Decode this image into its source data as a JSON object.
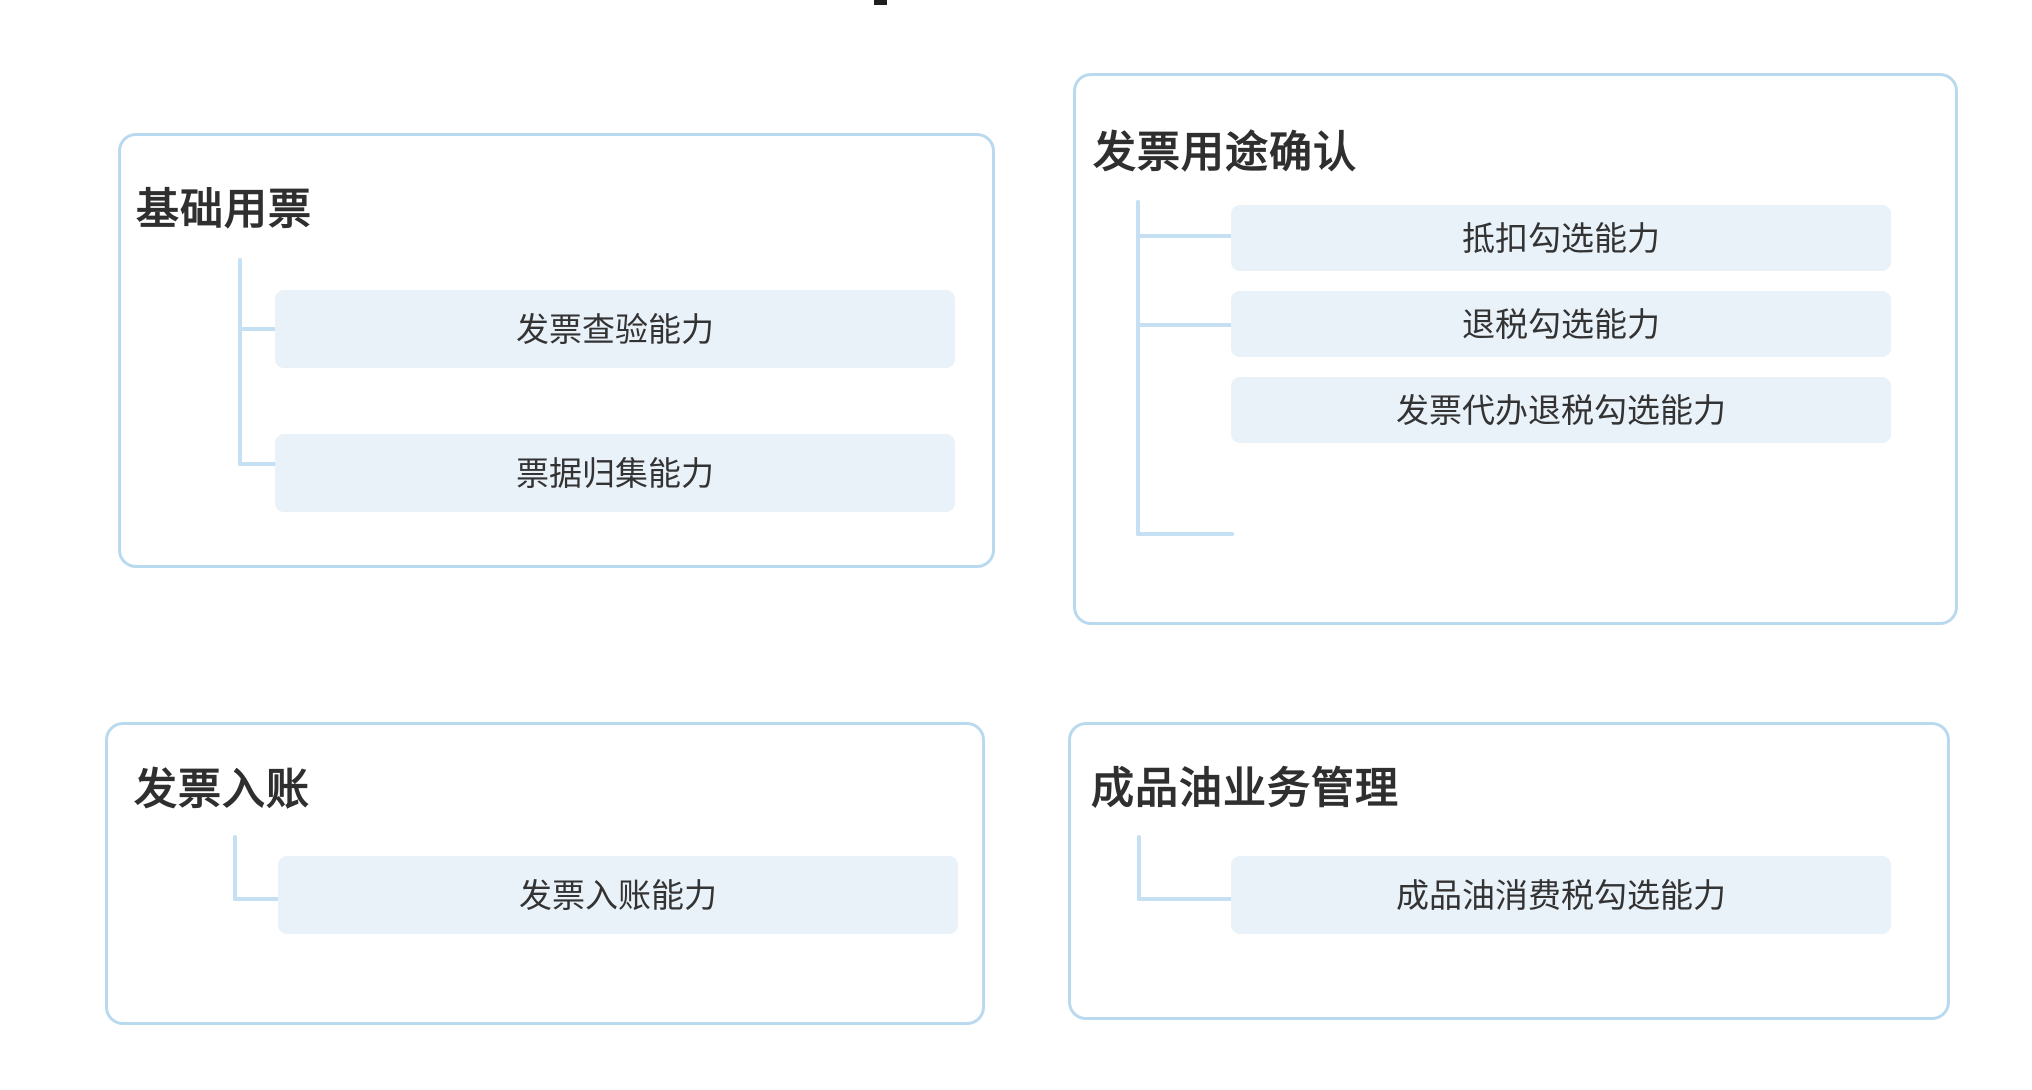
{
  "diagram": {
    "title_implied": "",
    "colors": {
      "background": "#ffffff",
      "card_border": "#b9d9ef",
      "connector": "#c5e0f3",
      "pill_fill": "#e9f1f9",
      "pill_text": "#333333",
      "heading_text": "#2f2f2f",
      "artifact": "#1f1f1f"
    },
    "cards": [
      {
        "id": "basic-invoice",
        "title": "基础用票",
        "children": [
          {
            "label": "发票查验能力"
          },
          {
            "label": "票据归集能力"
          }
        ]
      },
      {
        "id": "invoice-purpose-confirmation",
        "title": "发票用途确认",
        "children": [
          {
            "label": "抵扣勾选能力"
          },
          {
            "label": "退税勾选能力"
          },
          {
            "label": "发票代办退税勾选能力"
          }
        ]
      },
      {
        "id": "invoice-accounting",
        "title": "发票入账",
        "children": [
          {
            "label": "发票入账能力"
          }
        ]
      },
      {
        "id": "refined-oil-business-management",
        "title": "成品油业务管理",
        "children": [
          {
            "label": "成品油消费税勾选能力"
          }
        ]
      }
    ]
  }
}
